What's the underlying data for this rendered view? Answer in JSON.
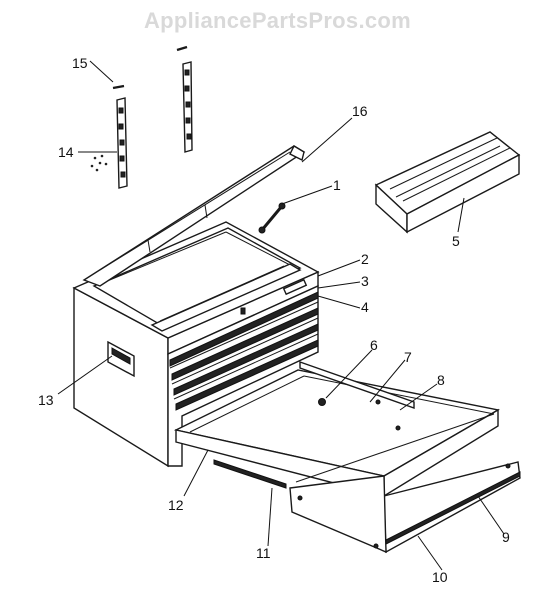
{
  "watermark": "AppliancePartsPros.com",
  "labels": [
    {
      "id": "1",
      "text": "1"
    },
    {
      "id": "2",
      "text": "2"
    },
    {
      "id": "3",
      "text": "3"
    },
    {
      "id": "4",
      "text": "4"
    },
    {
      "id": "5",
      "text": "5"
    },
    {
      "id": "6",
      "text": "6"
    },
    {
      "id": "7",
      "text": "7"
    },
    {
      "id": "8",
      "text": "8"
    },
    {
      "id": "9",
      "text": "9"
    },
    {
      "id": "10",
      "text": "10"
    },
    {
      "id": "11",
      "text": "11"
    },
    {
      "id": "12",
      "text": "12"
    },
    {
      "id": "13",
      "text": "13"
    },
    {
      "id": "14",
      "text": "14"
    },
    {
      "id": "15",
      "text": "15"
    },
    {
      "id": "16",
      "text": "16"
    }
  ]
}
